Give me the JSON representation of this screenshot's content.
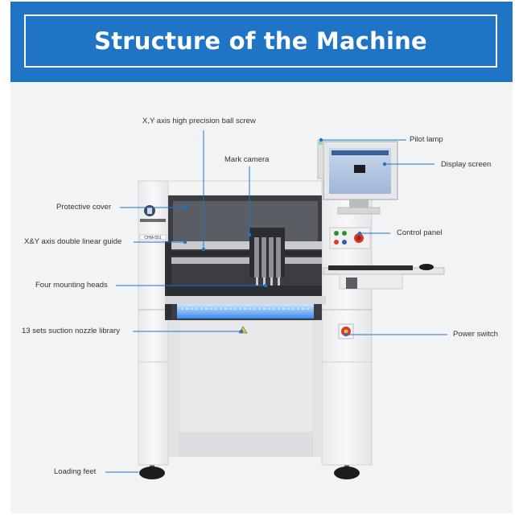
{
  "header": {
    "title": "Structure of the Machine"
  },
  "callouts": {
    "ball_screw": "X,Y axis high precision ball screw",
    "mark_camera": "Mark camera",
    "pilot_lamp": "Pilot lamp",
    "display_screen": "Display screen",
    "protective_cover": "Protective cover",
    "linear_guide": "X&Y axis double linear guide",
    "control_panel": "Control panel",
    "mounting_heads": "Four mounting heads",
    "nozzle_library": "13 sets suction nozzle library",
    "power_switch": "Power switch",
    "loading_feet": "Loading feet"
  },
  "machine": {
    "model_label": "CHM-551"
  },
  "colors": {
    "banner": "#1f74c6",
    "callout_line": "#1f74c6",
    "panel": "#f2f3f5",
    "emergency": "#d9382c"
  }
}
